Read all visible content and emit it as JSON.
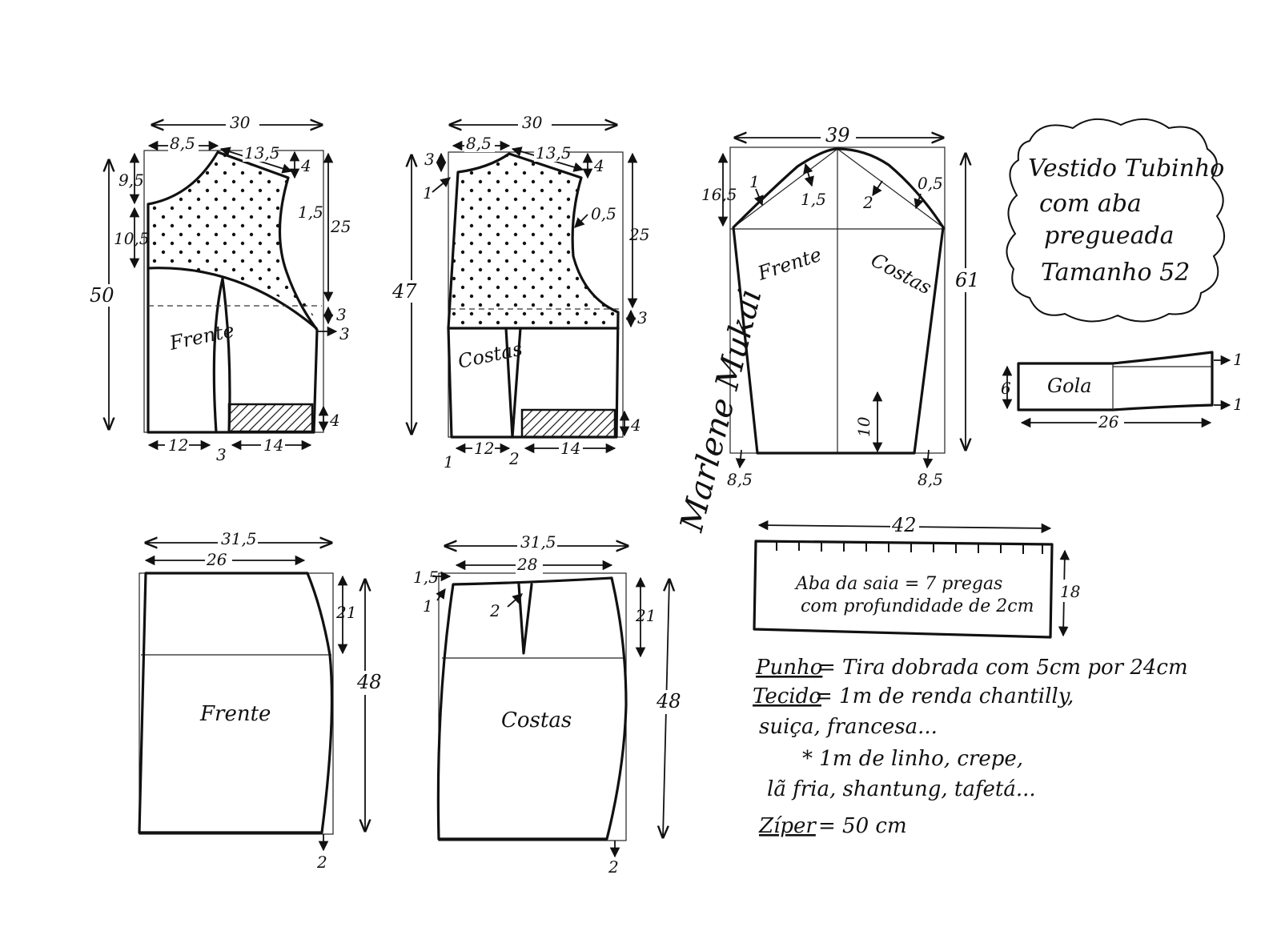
{
  "title": {
    "line1": "Vestido Tubinho",
    "line2": "com aba",
    "line3": "pregueada",
    "line4": "Tamanho 52"
  },
  "signature": "Marlene Mukai",
  "bodice_front": {
    "label": "Frente",
    "dims": {
      "width_top": "30",
      "neck": "8,5",
      "shoulder": "13,5",
      "shoulder_drop": "4",
      "neck_depth": "9,5",
      "neck_to_waist": "10,5",
      "armhole_curve": "1,5",
      "side": "25",
      "total_height": "50",
      "dart_top": "3",
      "dart_bottom": "3",
      "hem_band": "4",
      "bottom_left": "12",
      "dart": "3",
      "bottom_right": "14"
    }
  },
  "bodice_back": {
    "label": "Costas",
    "dims": {
      "width_top": "30",
      "neck": "8,5",
      "shoulder": "13,5",
      "shoulder_drop": "4",
      "neck_depth": "3",
      "neck_edge": "1",
      "armhole_curve": "0,5",
      "side": "25",
      "total_height": "47",
      "waist": "3",
      "hem_band": "4",
      "left_edge": "1",
      "bottom_left": "12",
      "dart": "2",
      "bottom_right": "14"
    }
  },
  "sleeve": {
    "label_front": "Frente",
    "label_back": "Costas",
    "dims": {
      "width": "39",
      "cap_height": "16,5",
      "front_1": "1",
      "front_1_5": "1,5",
      "back_2": "2",
      "back_0_5": "0,5",
      "length": "61",
      "hem_10": "10",
      "left_in": "8,5",
      "right_in": "8,5"
    }
  },
  "collar": {
    "label": "Gola",
    "dims": {
      "height": "6",
      "length": "26",
      "rise_top": "1",
      "rise_bottom": "1"
    }
  },
  "skirt_front": {
    "label": "Frente",
    "dims": {
      "width_total": "31,5",
      "width_top": "26",
      "hip_depth": "21",
      "height": "48",
      "hem_in": "2"
    }
  },
  "skirt_back": {
    "label": "Costas",
    "dims": {
      "width_total": "31,5",
      "width_top": "28",
      "rise": "1,5",
      "side_in": "1",
      "dart": "2",
      "hip_depth": "21",
      "height": "48",
      "hem_in": "2"
    }
  },
  "skirt_flap": {
    "width": "42",
    "height": "18",
    "text_line1": "Aba da saia = 7 pregas",
    "text_line2": "com profundidade de 2cm"
  },
  "notes": {
    "punho_label": "Punho",
    "punho_text": "= Tira dobrada com 5cm por 24cm",
    "tecido_label": "Tecido",
    "tecido_text1": "= 1m  de renda chantilly,",
    "tecido_text2": "suiça, francesa...",
    "tecido_text3": "* 1m  de linho, crepe,",
    "tecido_text4": "lã fria, shantung, tafetá...",
    "ziper_label": "Zíper",
    "ziper_text": "= 50 cm"
  }
}
